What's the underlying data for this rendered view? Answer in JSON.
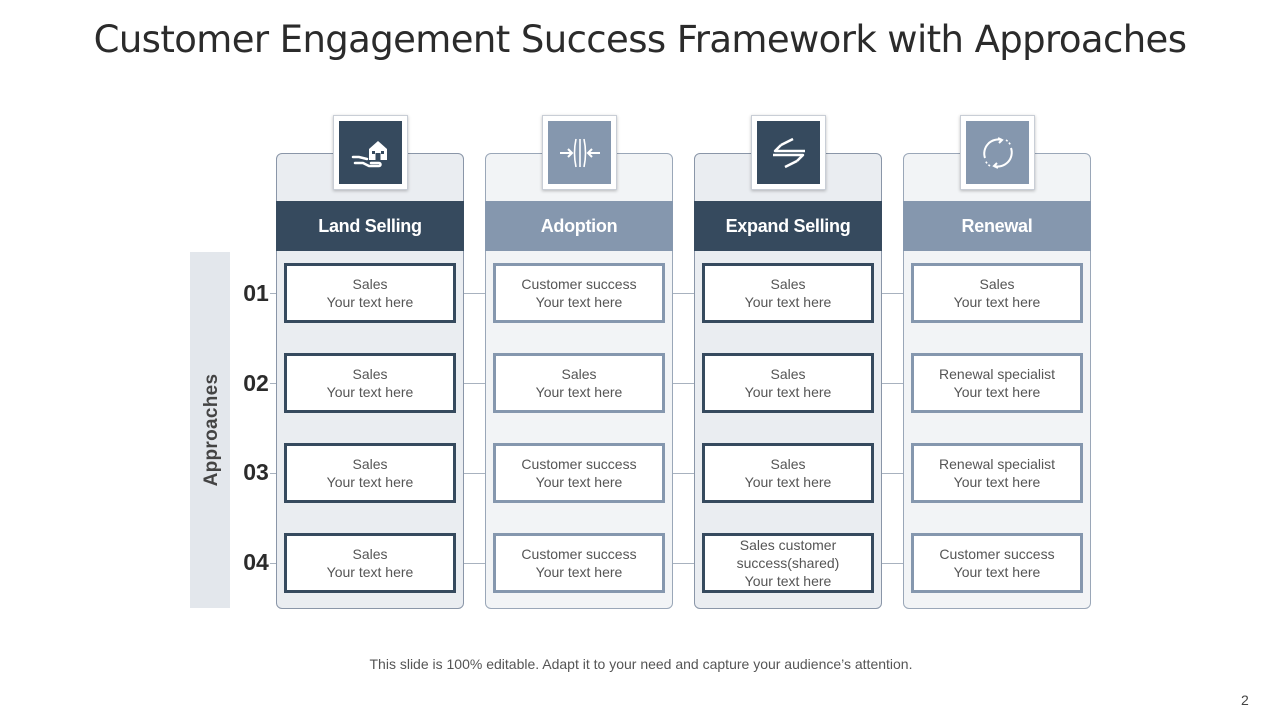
{
  "title": "Customer Engagement Success Framework with Approaches",
  "side_label": "Approaches",
  "rows": [
    "01",
    "02",
    "03",
    "04"
  ],
  "columns": [
    {
      "header": "Land Selling",
      "icon": "hand-house-icon",
      "style": "dark",
      "cells": [
        [
          "Sales",
          "Your text here"
        ],
        [
          "Sales",
          "Your text here"
        ],
        [
          "Sales",
          "Your text here"
        ],
        [
          "Sales",
          "Your text here"
        ]
      ]
    },
    {
      "header": "Adoption",
      "icon": "compress-arrows-icon",
      "style": "light",
      "cells": [
        [
          "Customer success",
          "Your text here"
        ],
        [
          "Sales",
          "Your text here"
        ],
        [
          "Customer success",
          "Your text here"
        ],
        [
          "Customer success",
          "Your text here"
        ]
      ]
    },
    {
      "header": "Expand Selling",
      "icon": "exchange-arrows-icon",
      "style": "dark",
      "cells": [
        [
          "Sales",
          "Your text here"
        ],
        [
          "Sales",
          "Your text here"
        ],
        [
          "Sales",
          "Your text here"
        ],
        [
          "Sales customer",
          "success(shared)",
          "Your text here"
        ]
      ]
    },
    {
      "header": "Renewal",
      "icon": "refresh-cycle-icon",
      "style": "light",
      "cells": [
        [
          "Sales",
          "Your text here"
        ],
        [
          "Renewal specialist",
          "Your text here"
        ],
        [
          "Renewal specialist",
          "Your text here"
        ],
        [
          "Customer success",
          "Your text here"
        ]
      ]
    }
  ],
  "footer": "This slide is 100% editable. Adapt it to your need and capture your audience’s attention.",
  "page_number": "2",
  "colors": {
    "dark": "#364a5e",
    "light": "#8597ae",
    "column_bg": "#eaedf1",
    "side_bar": "#e3e7ec"
  }
}
